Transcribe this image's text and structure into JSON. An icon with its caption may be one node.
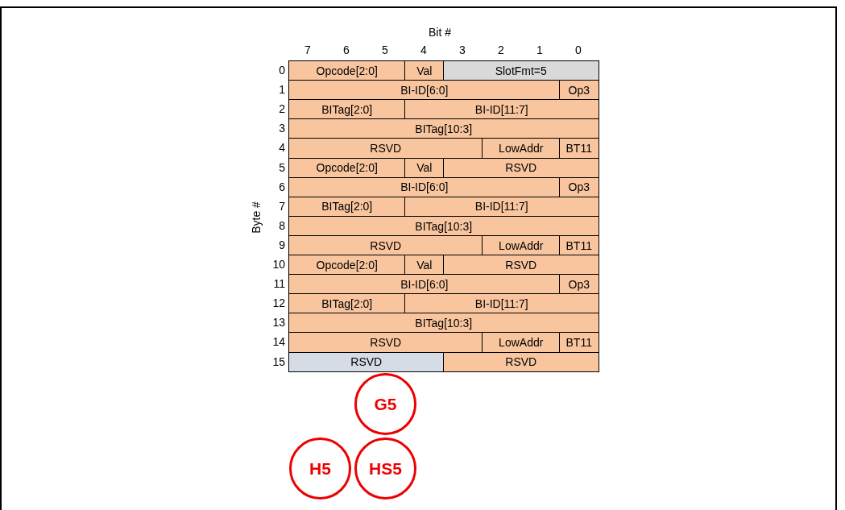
{
  "diagram": {
    "nodes": [
      {
        "text": [
          "G5"
        ]
      },
      {
        "text": [
          "H5"
        ]
      },
      {
        "text": [
          "HS5"
        ]
      }
    ],
    "labels": [
      "Bit #",
      "7",
      "6",
      "5",
      "4",
      "3",
      "2",
      "1",
      "0",
      "Byte #",
      "0",
      "Opcode[2:0]",
      "Val",
      "SlotFmt=5",
      "1",
      "BI-ID[6:0]",
      "Op3",
      "2",
      "BITag[2:0]",
      "BI-ID[11:7]",
      "3",
      "BITag[10:3]",
      "4",
      "RSVD",
      "LowAddr",
      "BT11",
      "5",
      "Opcode[2:0]",
      "Val",
      "RSVD",
      "6",
      "BI-ID[6:0]",
      "Op3",
      "7",
      "BITag[2:0]",
      "BI-ID[11:7]",
      "8",
      "BITag[10:3]",
      "9",
      "RSVD",
      "LowAddr",
      "BT11",
      "10",
      "Opcode[2:0]",
      "Val",
      "RSVD",
      "11",
      "BI-ID[6:0]",
      "Op3",
      "12",
      "BITag[2:0]",
      "BI-ID[11:7]",
      "13",
      "BITag[10:3]",
      "14",
      "RSVD",
      "LowAddr",
      "BT11",
      "15",
      "RSVD",
      "RSVD"
    ]
  }
}
